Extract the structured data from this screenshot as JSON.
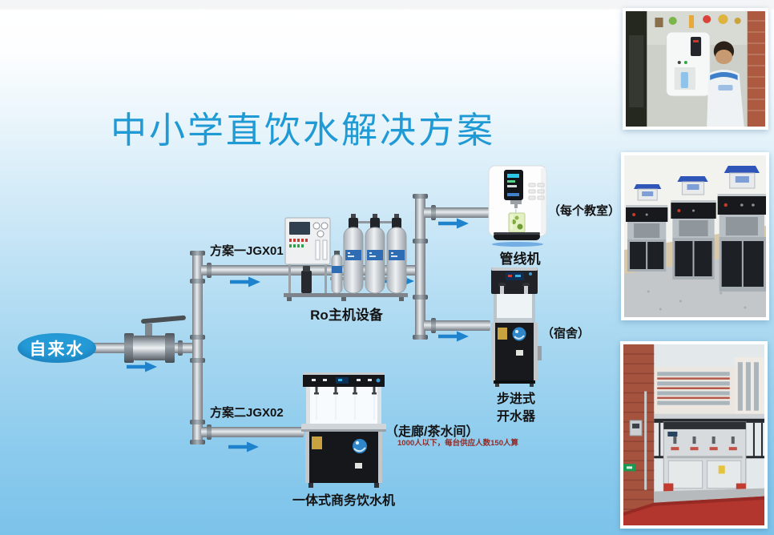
{
  "title": "中小学直饮水解决方案",
  "colors": {
    "accent": "#1f9ad5",
    "arrow": "#1e82cc",
    "ellipse": "#249bd7",
    "note_red": "#8f2b27"
  },
  "diagram": {
    "source": "自来水",
    "plan1": "方案一JGX01",
    "plan2": "方案二JGX02",
    "ro_unit": "Ro主机设备",
    "pipeline_machine": "管线机",
    "pipeline_location": "（每个教室）",
    "stepper_line1": "步进式",
    "stepper_line2": "开水器",
    "stepper_location": "（宿舍）",
    "integrated_machine": "一体式商务饮水机",
    "integrated_location": "（走廊/茶水间）",
    "integrated_note": "1000人以下，每台供应人数150人算"
  }
}
